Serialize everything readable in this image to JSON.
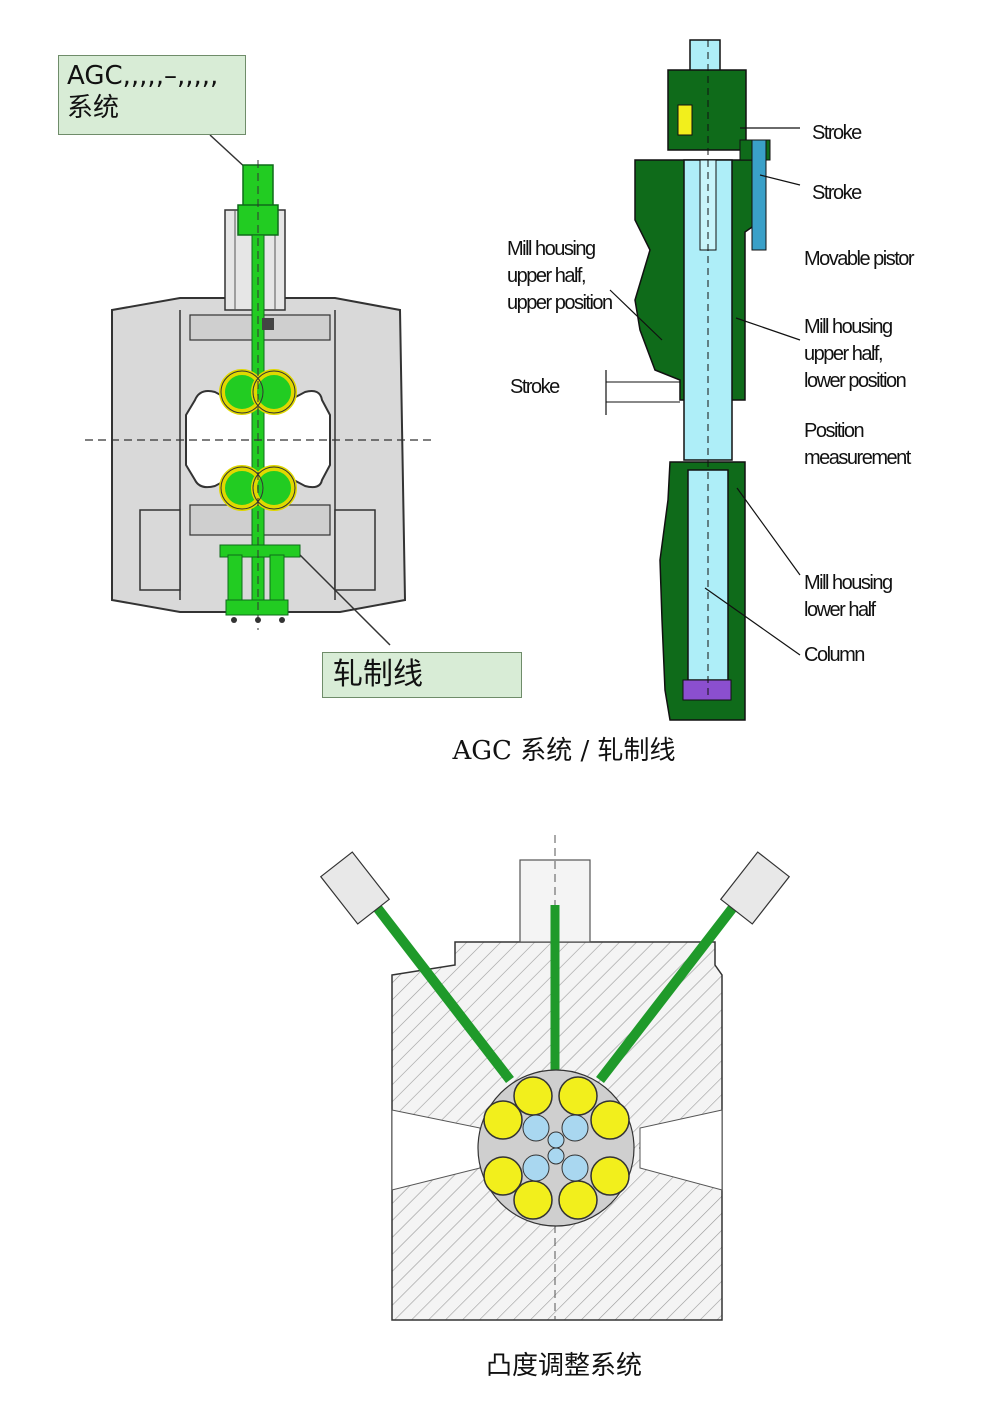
{
  "fig1": {
    "agc_callout_line1": "AGC,,,,,–,,,,,",
    "agc_callout_line2": "系统",
    "rolling_line_callout": "轧制线",
    "labels": {
      "stroke_top": "Stroke",
      "stroke_mid": "Stroke",
      "movable_piston": "Movable pistor",
      "housing_upper_upper": "Mill housing\nupper half,\nupper position",
      "stroke_left": "Stroke",
      "housing_upper_lower": "Mill housing\nupper half,\nlower position",
      "position_measurement": "Position\nmeasurement",
      "housing_lower": "Mill housing\nlower half",
      "column": "Column"
    },
    "caption": "AGC 系统 / 轧制线"
  },
  "fig2": {
    "caption": "凸度调整系统"
  },
  "colors": {
    "green": "#22cc22",
    "dark_green": "#0f6b1a",
    "gray": "#d9d9d9",
    "cyan": "#aeeef8",
    "yellow": "#f2ef1c",
    "callout_bg": "#d8ecd6"
  }
}
